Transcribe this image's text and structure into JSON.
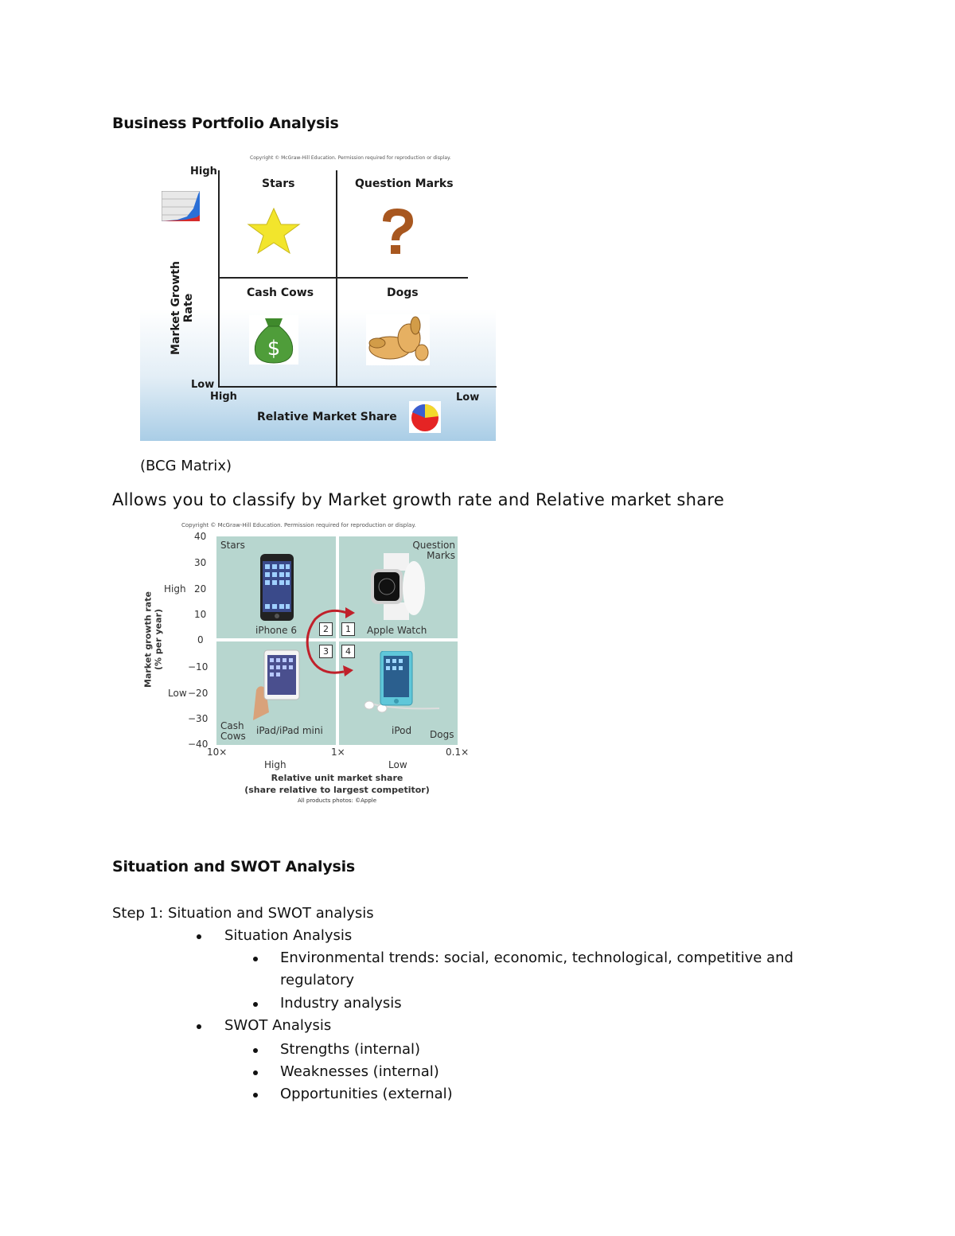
{
  "section1": {
    "heading": "Business Portfolio Analysis"
  },
  "figure1": {
    "copyright": "Copyright © McGraw-Hill Education. Permission required for reproduction or display.",
    "y_axis_label": "Market Growth Rate",
    "y_high": "High",
    "y_low": "Low",
    "x_axis_label": "Relative Market Share",
    "x_high": "High",
    "x_low": "Low",
    "quadrants": {
      "stars": "Stars",
      "question_marks": "Question Marks",
      "cash_cows": "Cash Cows",
      "dogs": "Dogs"
    },
    "icons": [
      "star-icon",
      "question-mark-icon",
      "money-bag-icon",
      "dog-icon",
      "growth-chart-icon",
      "pie-chart-icon"
    ],
    "colors": {
      "star": "#f2e52c",
      "question": "#a8571f",
      "money_bag": "#4f9d3a"
    }
  },
  "caption": "(BCG Matrix)",
  "description": "Allows you to classify by Market growth rate and Relative market share",
  "figure2": {
    "copyright": "Copyright © McGraw-Hill Education. Permission required for reproduction or display.",
    "y_axis_label": "Market growth rate",
    "y_axis_unit": "(% per year)",
    "y_ticks": [
      "40",
      "30",
      "20",
      "10",
      "0",
      "−10",
      "−20",
      "−30",
      "−40"
    ],
    "y_high": "High",
    "y_low": "Low",
    "x_ticks": [
      "10×",
      "1×",
      "0.1×"
    ],
    "x_high": "High",
    "x_low": "Low",
    "x_axis_label": "Relative unit market share",
    "x_axis_sub": "(share relative to largest competitor)",
    "credit": "All products photos: ©Apple",
    "quadrants": {
      "stars": "Stars",
      "question_marks_1": "Question",
      "question_marks_2": "Marks",
      "cash_cows_1": "Cash",
      "cash_cows_2": "Cows",
      "dogs": "Dogs"
    },
    "products": {
      "iphone": "iPhone 6",
      "watch": "Apple Watch",
      "ipad": "iPad/iPad mini",
      "ipod": "iPod"
    },
    "numbers": [
      "2",
      "1",
      "3",
      "4"
    ],
    "colors": {
      "quadrant": "#b7d6cf",
      "arrow": "#c0202a"
    }
  },
  "section2": {
    "heading": "Situation and SWOT Analysis",
    "step": "Step 1: Situation and SWOT analysis",
    "items": [
      {
        "label": "Situation Analysis",
        "children": [
          "Environmental trends: social, economic, technological, competitive and",
          "regulatory",
          "Industry analysis"
        ]
      },
      {
        "label": "SWOT Analysis",
        "children": [
          "Strengths (internal)",
          "Weaknesses (internal)",
          "Opportunities (external)"
        ]
      }
    ]
  }
}
